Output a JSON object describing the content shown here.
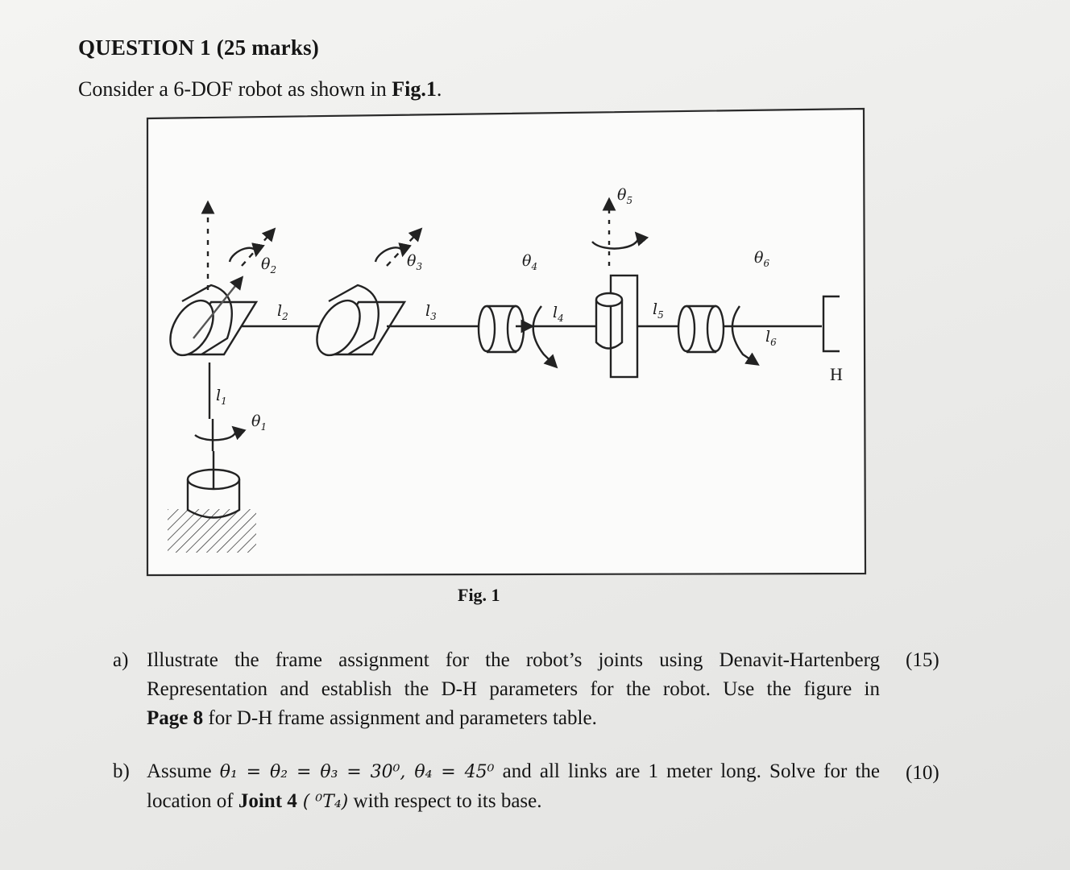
{
  "question": {
    "title": "QUESTION 1 (25 marks)",
    "intro_prefix": "Consider a 6-DOF robot as shown in ",
    "intro_ref": "Fig.1",
    "intro_suffix": "."
  },
  "figure": {
    "caption": "Fig. 1",
    "labels": {
      "theta1": "θ",
      "theta1_sub": "1",
      "theta2": "θ",
      "theta2_sub": "2",
      "theta3": "θ",
      "theta3_sub": "3",
      "theta4": "θ",
      "theta4_sub": "4",
      "theta5": "θ",
      "theta5_sub": "5",
      "theta6": "θ",
      "theta6_sub": "6",
      "l1": "l",
      "l1_sub": "1",
      "l2": "l",
      "l2_sub": "2",
      "l3": "l",
      "l3_sub": "3",
      "l4": "l",
      "l4_sub": "4",
      "l5": "l",
      "l5_sub": "5",
      "l6": "l",
      "l6_sub": "6",
      "hand": "H"
    }
  },
  "parts": {
    "a": {
      "label": "a)",
      "line1": "Illustrate the frame assignment for the robot’s joints using Denavit-Hartenberg",
      "line2": "Representation and establish the D-H parameters for the robot. Use the figure in",
      "line3_bold": "Page 8",
      "line3_rest": " for D-H frame assignment and parameters table.",
      "marks": "(15)"
    },
    "b": {
      "label": "b)",
      "text_assume": "Assume ",
      "math_eq": "θ₁ = θ₂ = θ₃ = 30⁰,  θ₄ = 45⁰",
      "text_rest": " and all links are 1 meter long. Solve for the",
      "line2_prefix": "location of ",
      "line2_bold": "Joint 4",
      "line2_math": " ( ⁰T₄)",
      "line2_suffix": " with respect to its base.",
      "marks": "(10)"
    }
  }
}
